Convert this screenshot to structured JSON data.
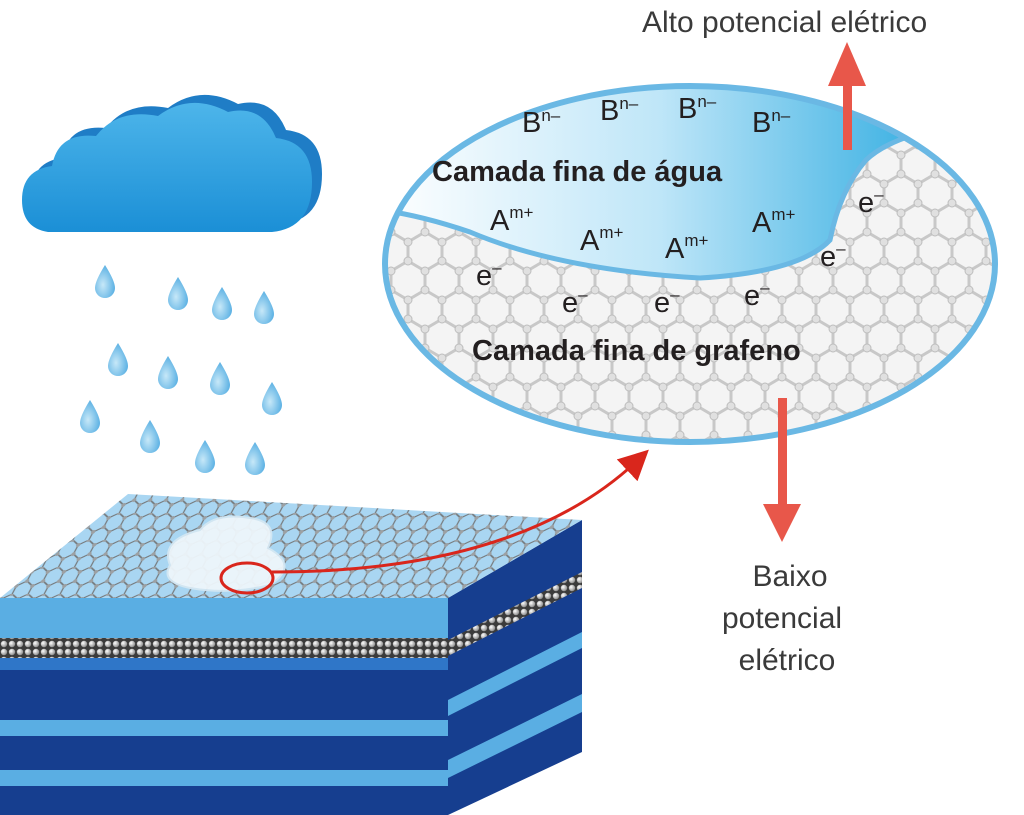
{
  "labels": {
    "high_potential": "Alto potencial elétrico",
    "low_potential_lines": [
      "Baixo",
      "potencial",
      "elétrico"
    ],
    "water_layer": "Camada fina de água",
    "graphene_layer": "Camada fina de grafeno"
  },
  "ions": {
    "anion_base": "B",
    "anion_charge": "n–",
    "cation_base": "A",
    "cation_charge": "m+",
    "electron_base": "e",
    "electron_charge": "–"
  },
  "colors": {
    "water_blue": "#1aa3dc",
    "outline_blue": "#6ab8e4",
    "arrow_red": "#e8574a",
    "callout_red": "#d9261c",
    "substrate_dark": "#163e8f",
    "substrate_light": "#5aaee3"
  },
  "icons": {
    "cloud": "rain-cloud-icon",
    "drops": "raindrop-icon",
    "up_arrow": "arrow-up-icon",
    "down_arrow": "arrow-down-icon"
  }
}
